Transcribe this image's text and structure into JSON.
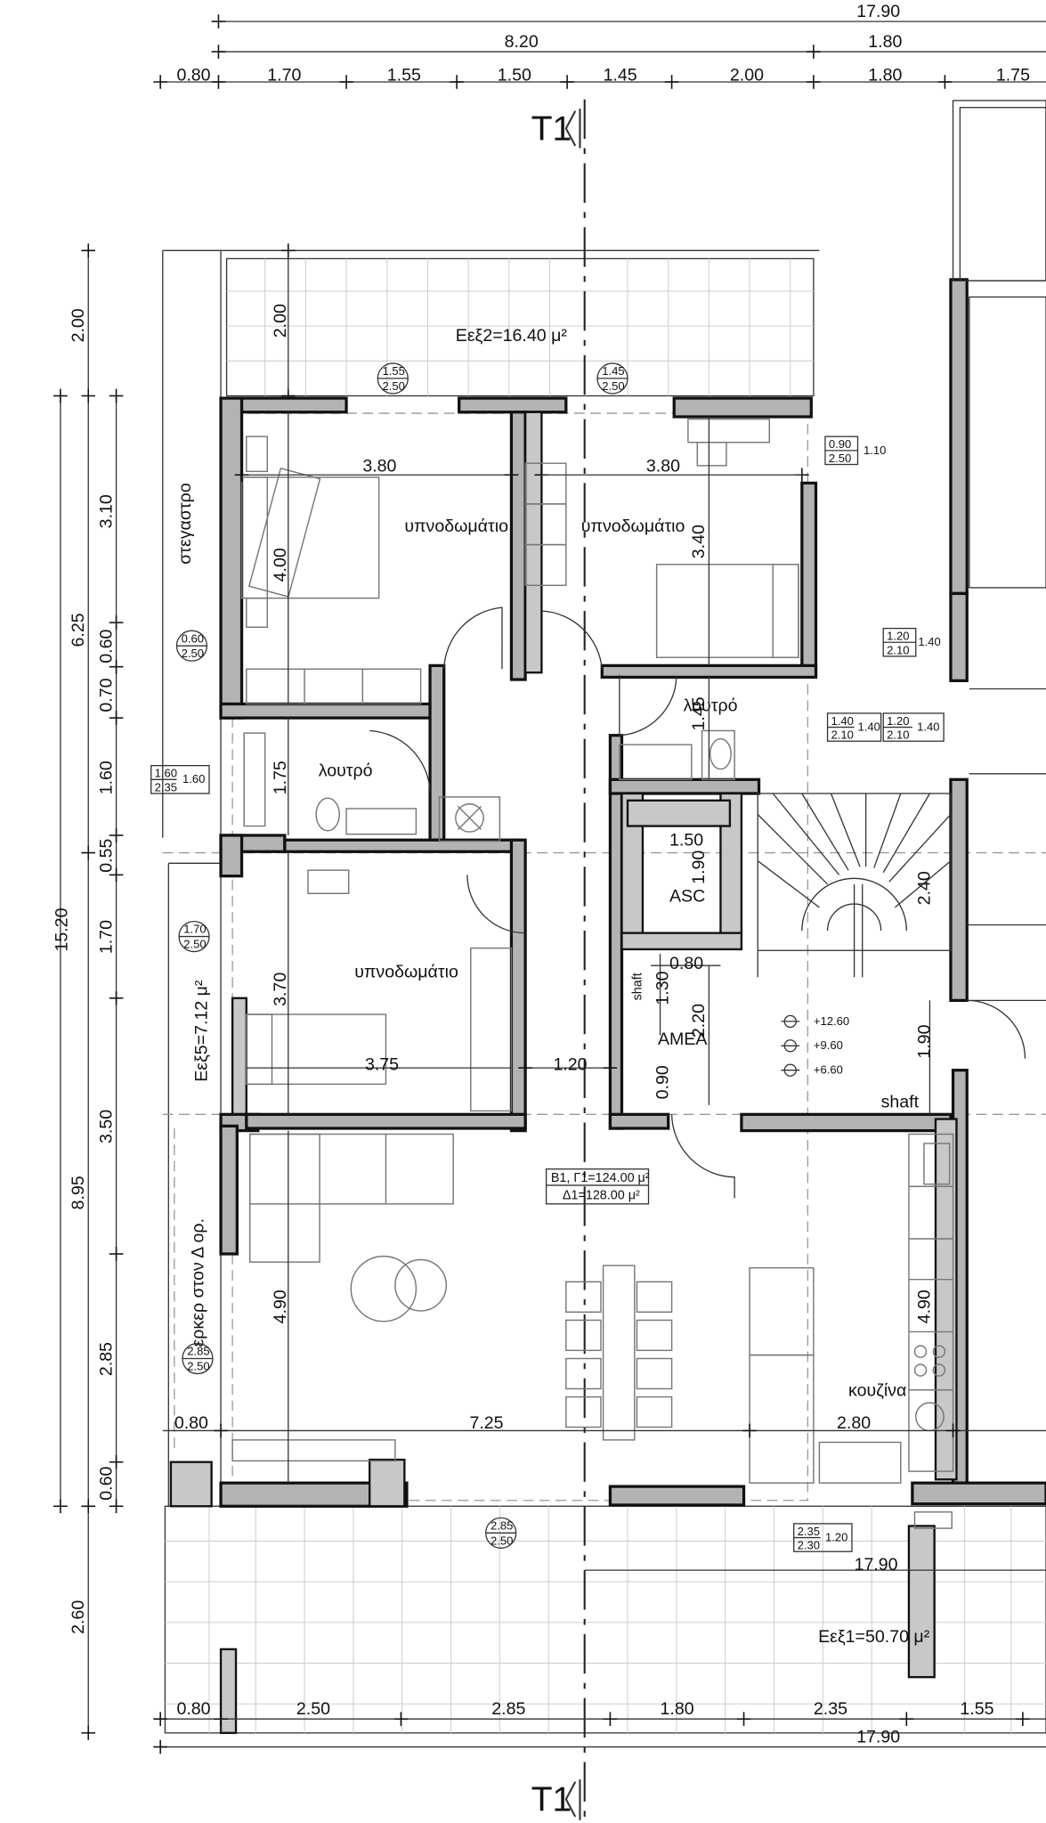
{
  "sections": {
    "top": "T1",
    "bottom": "T1"
  },
  "top_dims": {
    "overall": "17.90",
    "left_part": "8.20",
    "right_part": "1.80",
    "segments": [
      "0.80",
      "1.70",
      "1.55",
      "1.50",
      "1.45",
      "2.00",
      "1.80",
      "1.75"
    ]
  },
  "bottom_dims": {
    "segments": [
      "0.80",
      "2.50",
      "2.85",
      "1.80",
      "2.35",
      "1.55"
    ],
    "overall": "17.90"
  },
  "left_dims": {
    "overall": "15.20",
    "outer_upper": "6.25",
    "outer_lower": "8.95",
    "chain": [
      "2.00",
      "3.10",
      "0.60",
      "0.70",
      "1.60",
      "0.55",
      "1.70",
      "3.50",
      "2.85",
      "0.60",
      "2.60"
    ]
  },
  "rooms": {
    "bedroom": "υπνοδωμάτιο",
    "bathroom": "λουτρό",
    "kitchen": "κουζίνα",
    "elevator": "ASC",
    "accessible": "ΑΜΕΑ",
    "shaft": "shaft",
    "canopy": "στεγαστρο",
    "bay": "ερκερ στον Δ ορ."
  },
  "areas": {
    "balcony_top": "Εεξ2=16.40 μ²",
    "balcony_left": "Εεξ5=7.12 μ²",
    "balcony_bottom": "Εεξ1=50.70 μ²",
    "apartment_line1": "Β1, Γ1=124.00 μ²",
    "apartment_line2": "Δ1=128.00 μ²"
  },
  "inner_dims": {
    "bed1_w": "3.80",
    "bed1_h": "4.00",
    "bed2_w": "3.80",
    "bed2_h": "3.40",
    "bed3_w": "3.75",
    "bed3_h": "3.70",
    "bath1_h": "1.75",
    "bath2_h": "1.45",
    "corridor_w": "1.20",
    "lift_w": "1.50",
    "lift_h": "1.90",
    "stair_h": "2.40",
    "lobby_w": "0.80",
    "lobby_a": "1.30",
    "lobby_b": "2.20",
    "lobby_c": "0.90",
    "right_h": "1.90",
    "living_h": "4.90",
    "kitchen_h": "4.90",
    "living_w": "7.25",
    "left_w": "0.80",
    "kitchen_w": "2.80",
    "bottom_total": "17.90",
    "top_balcony_h": "2.00"
  },
  "levels": [
    "+12.60",
    "+9.60",
    "+6.60"
  ],
  "openings": {
    "d1": {
      "w": "1.55",
      "h": "2.50"
    },
    "d2": {
      "w": "1.45",
      "h": "2.50"
    },
    "d3": {
      "w": "0.90",
      "h": "2.50",
      "s": "1.10"
    },
    "d4": {
      "w": "0.60",
      "h": "2.50"
    },
    "d5": {
      "w": "1.20",
      "h": "2.10",
      "s": "1.40"
    },
    "d6": {
      "w": "1.40",
      "h": "2.10",
      "s": "1.40"
    },
    "d7": {
      "w": "1.20",
      "h": "2.10",
      "s": "1.40"
    },
    "d8": {
      "w": "1.60",
      "h": "2.35",
      "s": "1.60"
    },
    "d9": {
      "w": "1.70",
      "h": "2.50"
    },
    "d10": {
      "w": "2.85",
      "h": "2.50"
    },
    "d11": {
      "w": "2.85",
      "h": "2.50"
    },
    "d12": {
      "w": "2.35",
      "h": "2.30",
      "s": "1.20"
    }
  }
}
